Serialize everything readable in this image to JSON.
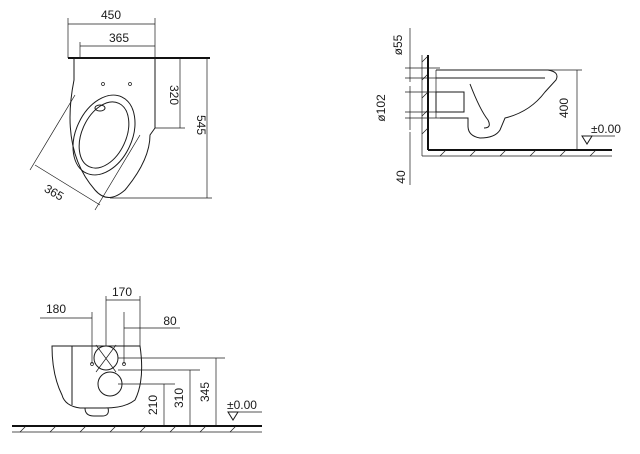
{
  "top_view": {
    "dims": {
      "overall_width": "450",
      "inner_width": "365",
      "depth_short": "320",
      "depth_total": "545",
      "diagonal": "365"
    }
  },
  "side_view": {
    "dims": {
      "outlet_dia": "ø55",
      "inlet_dia": "ø102",
      "height": "400",
      "floor_gap": "40",
      "level": "±0.00"
    }
  },
  "front_view": {
    "dims": {
      "left_offset": "180",
      "bolt_spacing": "170",
      "right_offset": "80",
      "h_low": "210",
      "h_mid": "310",
      "h_high": "345",
      "level": "±0.00"
    }
  }
}
